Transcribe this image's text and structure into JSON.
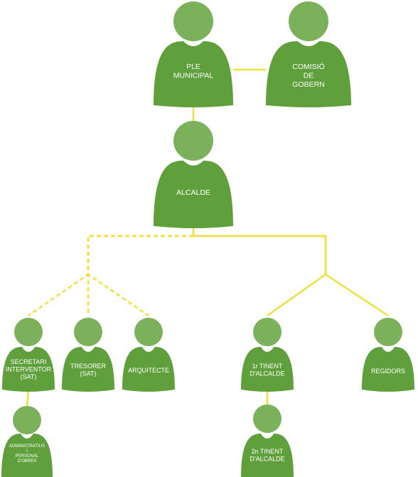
{
  "colors": {
    "head": "#7bb15a",
    "body": "#60a03c",
    "connector": "#f0df3c",
    "label": "#ffffff"
  },
  "nodes": {
    "ple": {
      "lines": [
        "PLE",
        "MUNICIPAL"
      ]
    },
    "comisio": {
      "lines": [
        "COMISIÓ",
        "DE",
        "GOBERN"
      ]
    },
    "alcalde": {
      "lines": [
        "ALCALDE"
      ]
    },
    "secretari": {
      "lines": [
        "SECRETARI",
        "INTERVENTOR",
        "(SAT)"
      ]
    },
    "tresorer": {
      "lines": [
        "TRESORER",
        "(SAT)"
      ]
    },
    "arquitecte": {
      "lines": [
        "ARQUITECTE"
      ]
    },
    "administratius": {
      "lines": [
        "ADMINISTRATIUS",
        "I",
        "PERSONAL",
        "D'OBRES"
      ]
    },
    "tinent1": {
      "lines": [
        "1r TINENT",
        "D'ALCALDE"
      ]
    },
    "regidors": {
      "lines": [
        "REGIDORS"
      ]
    },
    "tinent2": {
      "lines": [
        "2n TINENT",
        "D'ALCALDE"
      ]
    }
  },
  "connections": [
    {
      "from": "ple",
      "to": "comisio",
      "style": "solid"
    },
    {
      "from": "ple",
      "to": "alcalde",
      "style": "solid"
    },
    {
      "from": "alcalde",
      "to": "tinent1",
      "style": "solid"
    },
    {
      "from": "alcalde",
      "to": "regidors",
      "style": "solid"
    },
    {
      "from": "alcalde",
      "to": "secretari",
      "style": "dashed"
    },
    {
      "from": "alcalde",
      "to": "tresorer",
      "style": "dashed"
    },
    {
      "from": "alcalde",
      "to": "arquitecte",
      "style": "dashed"
    },
    {
      "from": "secretari",
      "to": "administratius",
      "style": "solid"
    },
    {
      "from": "tinent1",
      "to": "tinent2",
      "style": "solid"
    }
  ]
}
